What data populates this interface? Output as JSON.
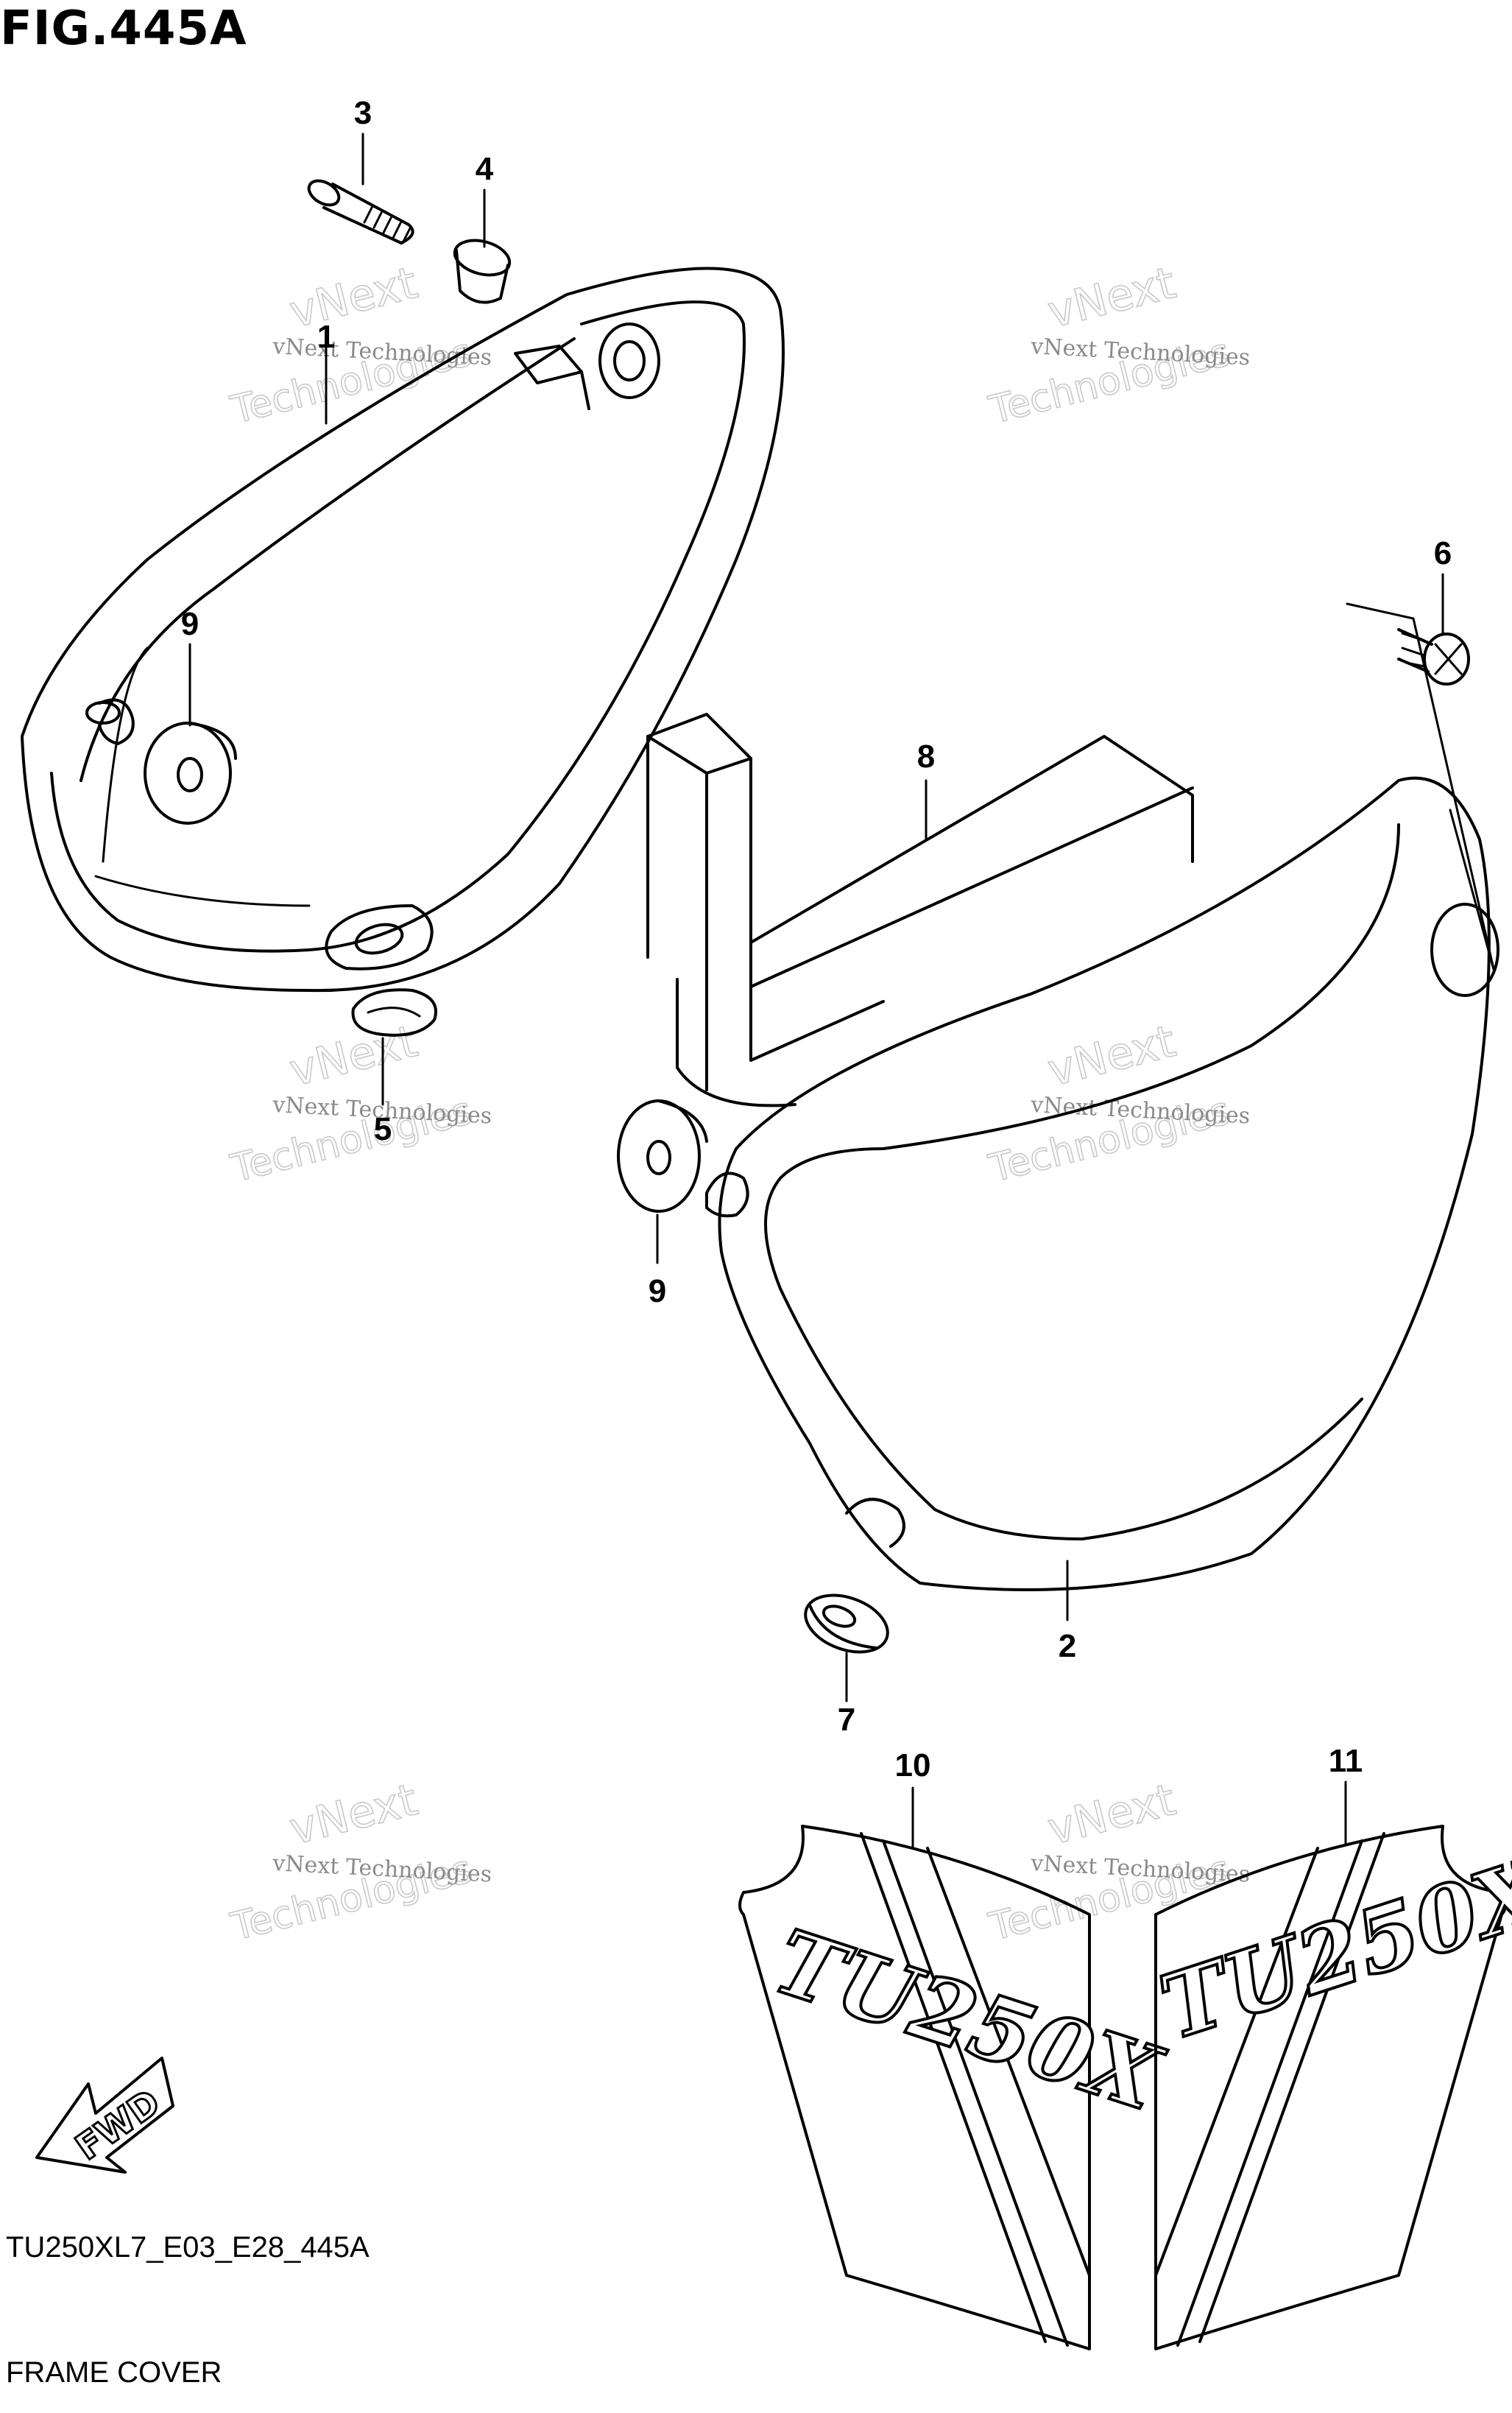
{
  "figure": {
    "title": "FIG.445A",
    "code": "TU250XL7_E03_E28_445A",
    "name": "FRAME COVER"
  },
  "callouts": [
    "1",
    "2",
    "3",
    "4",
    "5",
    "6",
    "7",
    "8",
    "9",
    "9",
    "10",
    "11"
  ],
  "watermark": {
    "line1": "vNext Technologies",
    "line2a": "vNext",
    "line2b": "Technologies"
  },
  "decal": {
    "text": "TU250X"
  },
  "fwd_label": "FWD"
}
